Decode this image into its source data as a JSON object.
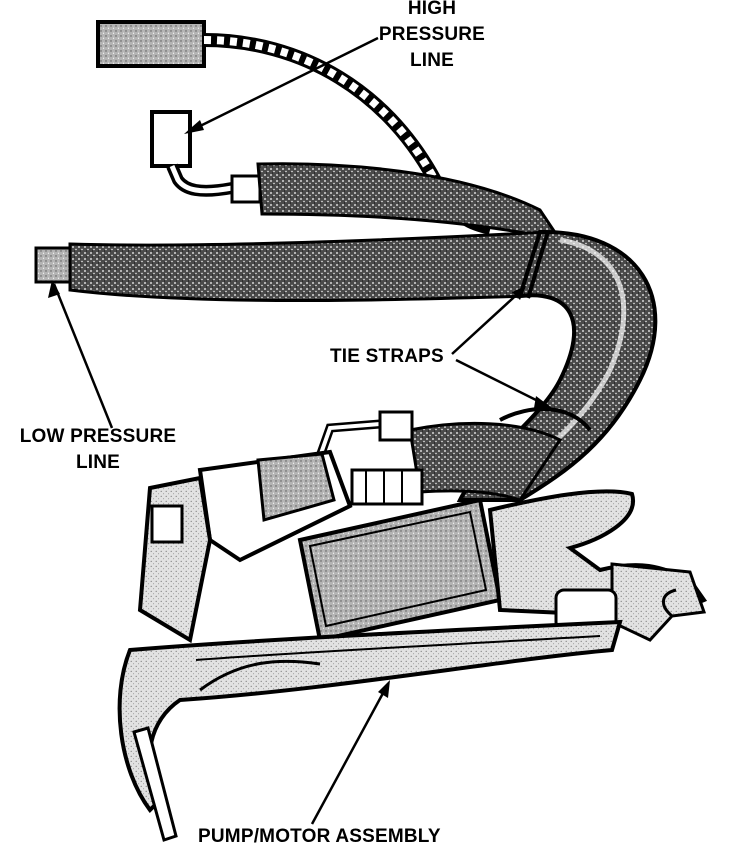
{
  "labels": {
    "high_pressure_line_1": "HIGH",
    "high_pressure_line_2": "PRESSURE",
    "high_pressure_line_3": "LINE",
    "tie_straps": "TIE STRAPS",
    "low_pressure_line_1": "LOW PRESSURE",
    "low_pressure_line_2": "LINE",
    "pump_motor_assembly": "PUMP/MOTOR ASSEMBLY"
  },
  "colors": {
    "ink": "#000000",
    "paper": "#ffffff",
    "stipple": "#3a3a3a",
    "shade": "#bdbdbd"
  }
}
